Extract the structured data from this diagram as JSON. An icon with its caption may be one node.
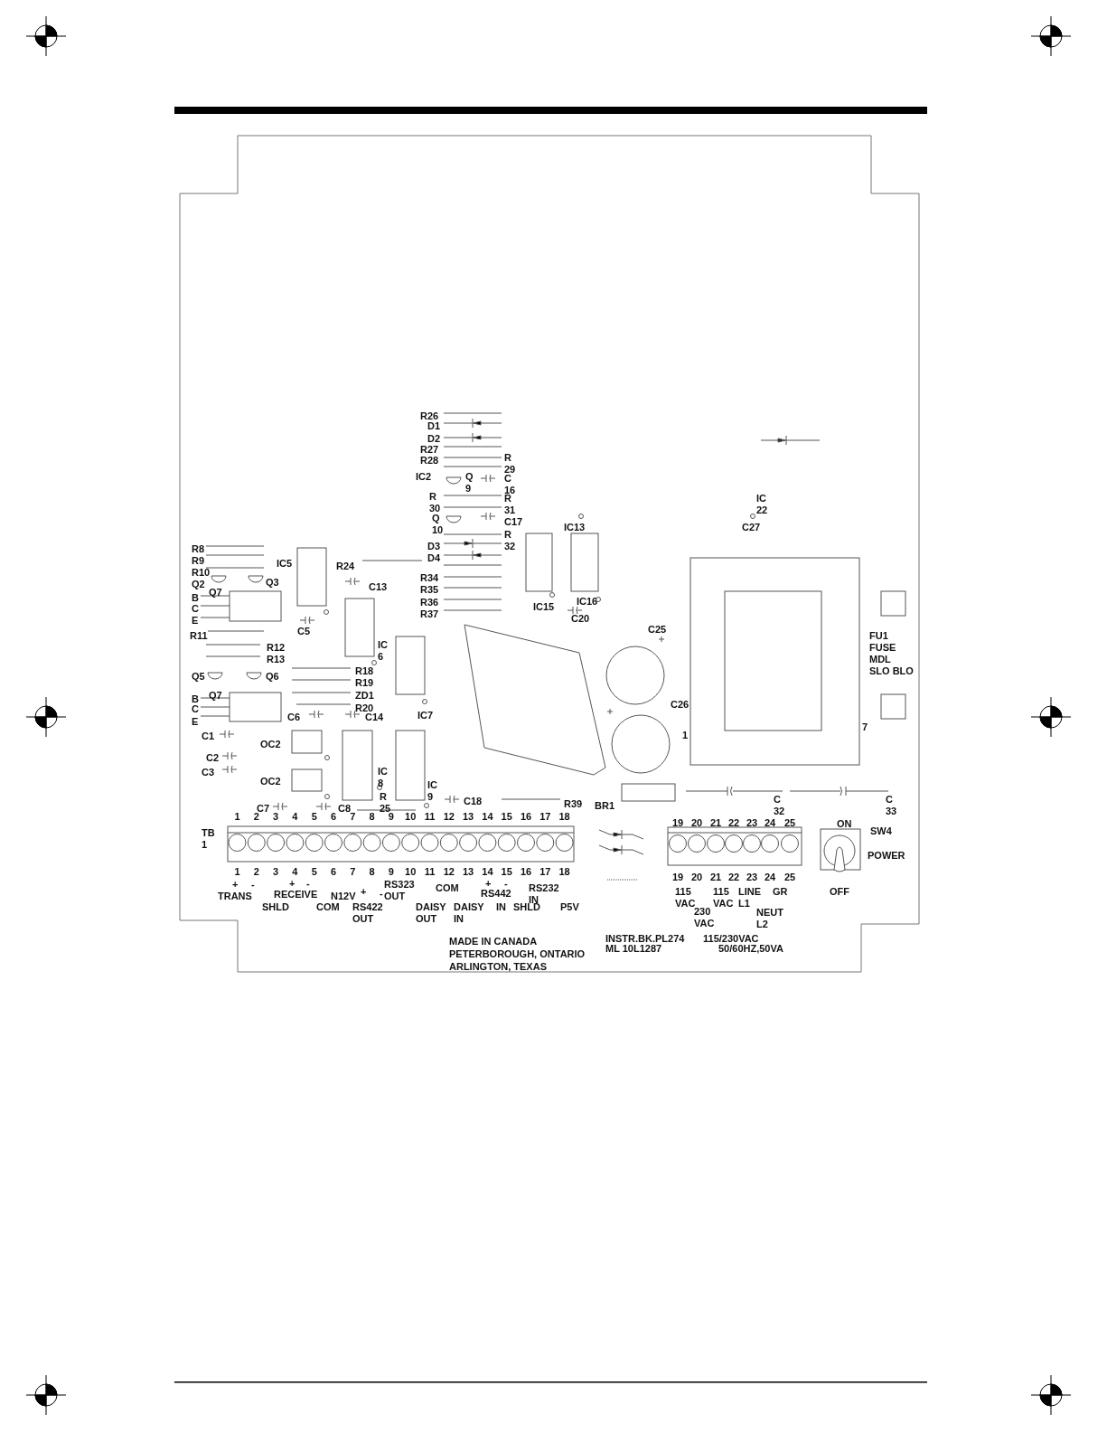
{
  "diagram": {
    "labels": [
      "R26",
      "D1",
      "D2",
      "R27",
      "R28",
      "R 29",
      "IC2",
      "Q 9",
      "C 16",
      "R 30",
      "R 31",
      "Q 10",
      "C17",
      "IC 22",
      "IC13",
      "C27",
      "R 32",
      "R8",
      "D3",
      "R9",
      "IC5",
      "R24",
      "D4",
      "R10",
      "R34",
      "Q2",
      "Q7",
      "Q3",
      "C13",
      "R35",
      "B",
      "R36",
      "IC16",
      "C",
      "R37",
      "IC15",
      "E",
      "C20",
      "R11",
      "C5",
      "C25",
      "FU1",
      "R12",
      "IC 6",
      "FUSE",
      "R13",
      "MDL",
      "R18",
      "SLO BLO",
      "Q5",
      "Q6",
      "R19",
      "B",
      "Q7",
      "ZD1",
      "C",
      "R20",
      "C26",
      "E",
      "C6",
      "C14",
      "IC7",
      "7",
      "C1",
      "1",
      "OC2",
      "C2",
      "C3",
      "OC2",
      "IC 8",
      "R 25",
      "IC 9",
      "C7",
      "C8",
      "C18",
      "R39",
      "BR1",
      "C 32",
      "C 33",
      "1",
      "2",
      "3",
      "4",
      "5",
      "6",
      "7",
      "8",
      "9",
      "10",
      "11",
      "12",
      "13",
      "14",
      "15",
      "16",
      "17",
      "18",
      "TB 1",
      "19",
      "20",
      "21",
      "22",
      "23",
      "24",
      "25",
      "ON",
      "SW4",
      "POWER",
      "1",
      "2",
      "3",
      "4",
      "5",
      "6",
      "7",
      "8",
      "9",
      "10",
      "11",
      "12",
      "13",
      "14",
      "15",
      "16",
      "17",
      "18",
      "19",
      "20",
      "21",
      "22",
      "23",
      "24",
      "25",
      "+",
      "-",
      "+",
      "-",
      "RS323 OUT",
      "COM",
      "+",
      "-",
      "RS232 IN",
      "TRANS",
      "RECEIVE",
      "N12V",
      "+",
      "-",
      "RS442",
      "115 VAC",
      "115 VAC",
      "LINE L1",
      "GR",
      "OFF",
      "SHLD",
      "COM",
      "RS422 OUT",
      "DAISY OUT",
      "DAISY IN",
      "IN",
      "SHLD",
      "P5V",
      "230 VAC",
      "NEUT L2",
      "MADE IN CANADA",
      "INSTR.BK.PL274",
      "115/230VAC",
      "PETERBOROUGH, ONTARIO",
      "ML 10L1287",
      "50/60HZ,50VA",
      "ARLINGTON, TEXAS"
    ]
  }
}
